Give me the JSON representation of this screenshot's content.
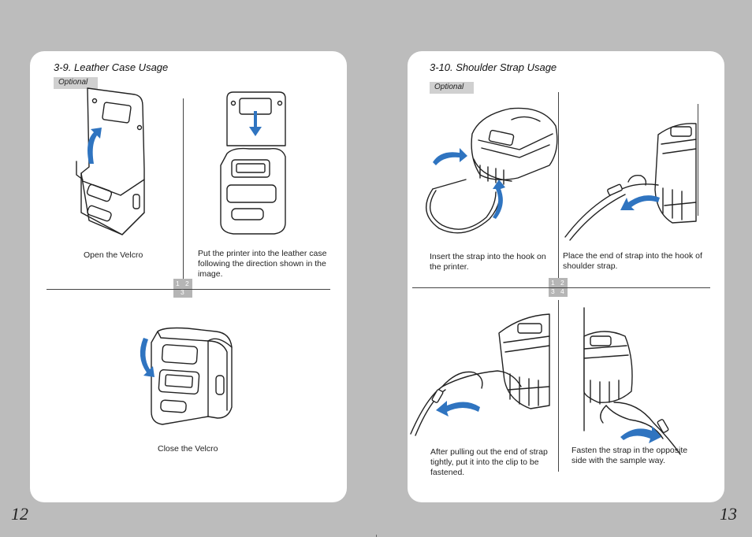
{
  "left_page": {
    "title": "3-9. Leather Case Usage",
    "tag": "Optional",
    "steps": {
      "n1": "1",
      "n2": "2",
      "n3": "3"
    },
    "captions": {
      "step1": "Open the Velcro",
      "step2": "Put the printer into the leather case following the direction shown in the image.",
      "step3": "Close the Velcro"
    },
    "page_number": "12"
  },
  "right_page": {
    "title": "3-10. Shoulder Strap Usage",
    "tag": "Optional",
    "steps": {
      "n1": "1",
      "n2": "2",
      "n3": "3",
      "n4": "4"
    },
    "captions": {
      "step1": "Insert the strap into the hook on the printer.",
      "step2": "Place the end of strap into the hook of shoulder strap.",
      "step3": "After pulling out the end of strap tightly, put it into the clip to be fastened.",
      "step4": "Fasten the strap in the opposite side with the sample way."
    },
    "page_number": "13"
  },
  "colors": {
    "arrow": "#2f74c0",
    "background": "#bcbcbc",
    "tag": "#d0d0d0"
  },
  "icons": [
    "open-case-illustration",
    "insert-printer-illustration",
    "closed-case-illustration",
    "strap-hook-illustration",
    "shoulder-hook-illustration",
    "pull-strap-illustration",
    "fasten-strap-illustration"
  ]
}
